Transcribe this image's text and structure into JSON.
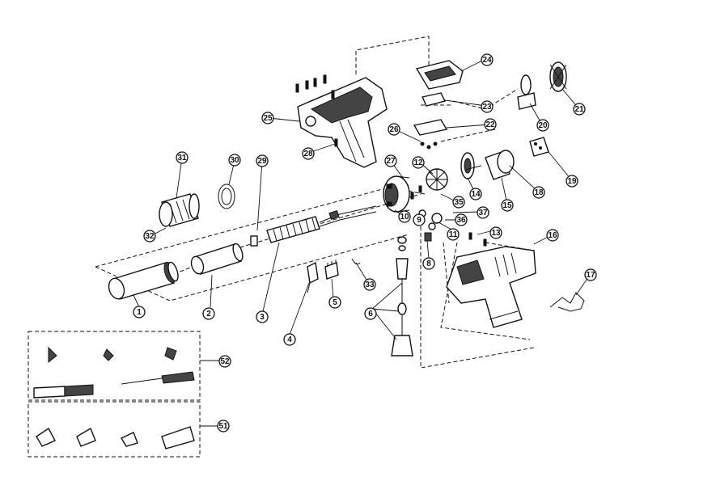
{
  "diagram": {
    "part_labels": [
      "1",
      "2",
      "3",
      "4",
      "5",
      "6",
      "8",
      "9",
      "10",
      "11",
      "12",
      "13",
      "14",
      "15",
      "16",
      "17",
      "18",
      "19",
      "20",
      "21",
      "22",
      "23",
      "24",
      "25",
      "26",
      "27",
      "28",
      "29",
      "30",
      "31",
      "32",
      "33",
      "35",
      "36",
      "37",
      "51",
      "52"
    ]
  }
}
